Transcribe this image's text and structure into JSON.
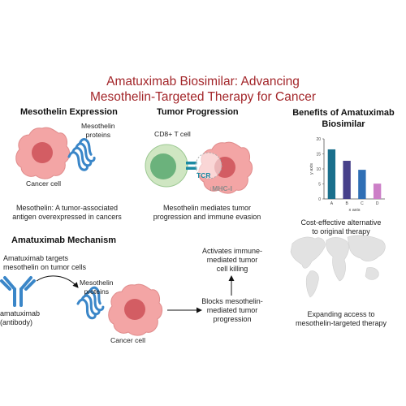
{
  "title_line1": "Amatuximab Biosimilar: Advancing",
  "title_line2": "Mesothelin-Targeted Therapy for Cancer",
  "mesothelin_expression": {
    "heading": "Mesothelin Expression",
    "proteins_label_1": "Mesothelin",
    "proteins_label_2": "proteins",
    "cell_label": "Cancer cell",
    "caption_line1": "Mesothelin: A tumor-associated",
    "caption_line2": "antigen overexpressed in cancers"
  },
  "tumor_progression": {
    "heading": "Tumor Progression",
    "tcell_label": "CD8+ T cell",
    "tcr_label": "TCR",
    "mhc_label": "↓MHC-I",
    "caption_line1": "Mesothelin mediates tumor",
    "caption_line2": "progression and immune evasion"
  },
  "benefits": {
    "heading_line1": "Benefits of Amatuximab",
    "heading_line2": "Biosimilar",
    "caption1_line1": "Cost-effective alternative",
    "caption1_line2": "to original therapy",
    "caption2_line1": "Expanding access to",
    "caption2_line2": "mesothelin-targeted therapy"
  },
  "mechanism": {
    "heading": "Amatuximab Mechanism",
    "targets_line1": "Amatuximab targets",
    "targets_line2": "mesothelin on tumor cells",
    "antibody_line1": "amatuximab",
    "antibody_line2": "(antibody)",
    "proteins_line1": "Mesothelin",
    "proteins_line2": "proteins",
    "cell_label": "Cancer cell",
    "blocks_line1": "Blocks mesothelin-",
    "blocks_line2": "mediated tumor",
    "blocks_line3": "progression",
    "activates_line1": "Activates immune-",
    "activates_line2": "mediated tumor",
    "activates_line3": "cell killing"
  },
  "chart_data": {
    "type": "bar",
    "categories": [
      "A",
      "B",
      "C",
      "D"
    ],
    "values": [
      16.5,
      12.7,
      9.7,
      5.1
    ],
    "colors": [
      "#1a6f8c",
      "#46408a",
      "#2f6fb5",
      "#cc7fc7"
    ],
    "ylabel": "y axis",
    "xlabel": "x axis",
    "ylim": [
      0,
      20
    ],
    "yticks": [
      0,
      5,
      10,
      15,
      20
    ]
  },
  "colors": {
    "title": "#a3262a",
    "cell_fill": "#f3a5a5",
    "nucleus": "#d35d63",
    "protein": "#3a86c8",
    "tcell_outer": "#cfe6c2",
    "tcell_nucleus": "#6bb27c",
    "tcr": "#1b8aa3"
  }
}
